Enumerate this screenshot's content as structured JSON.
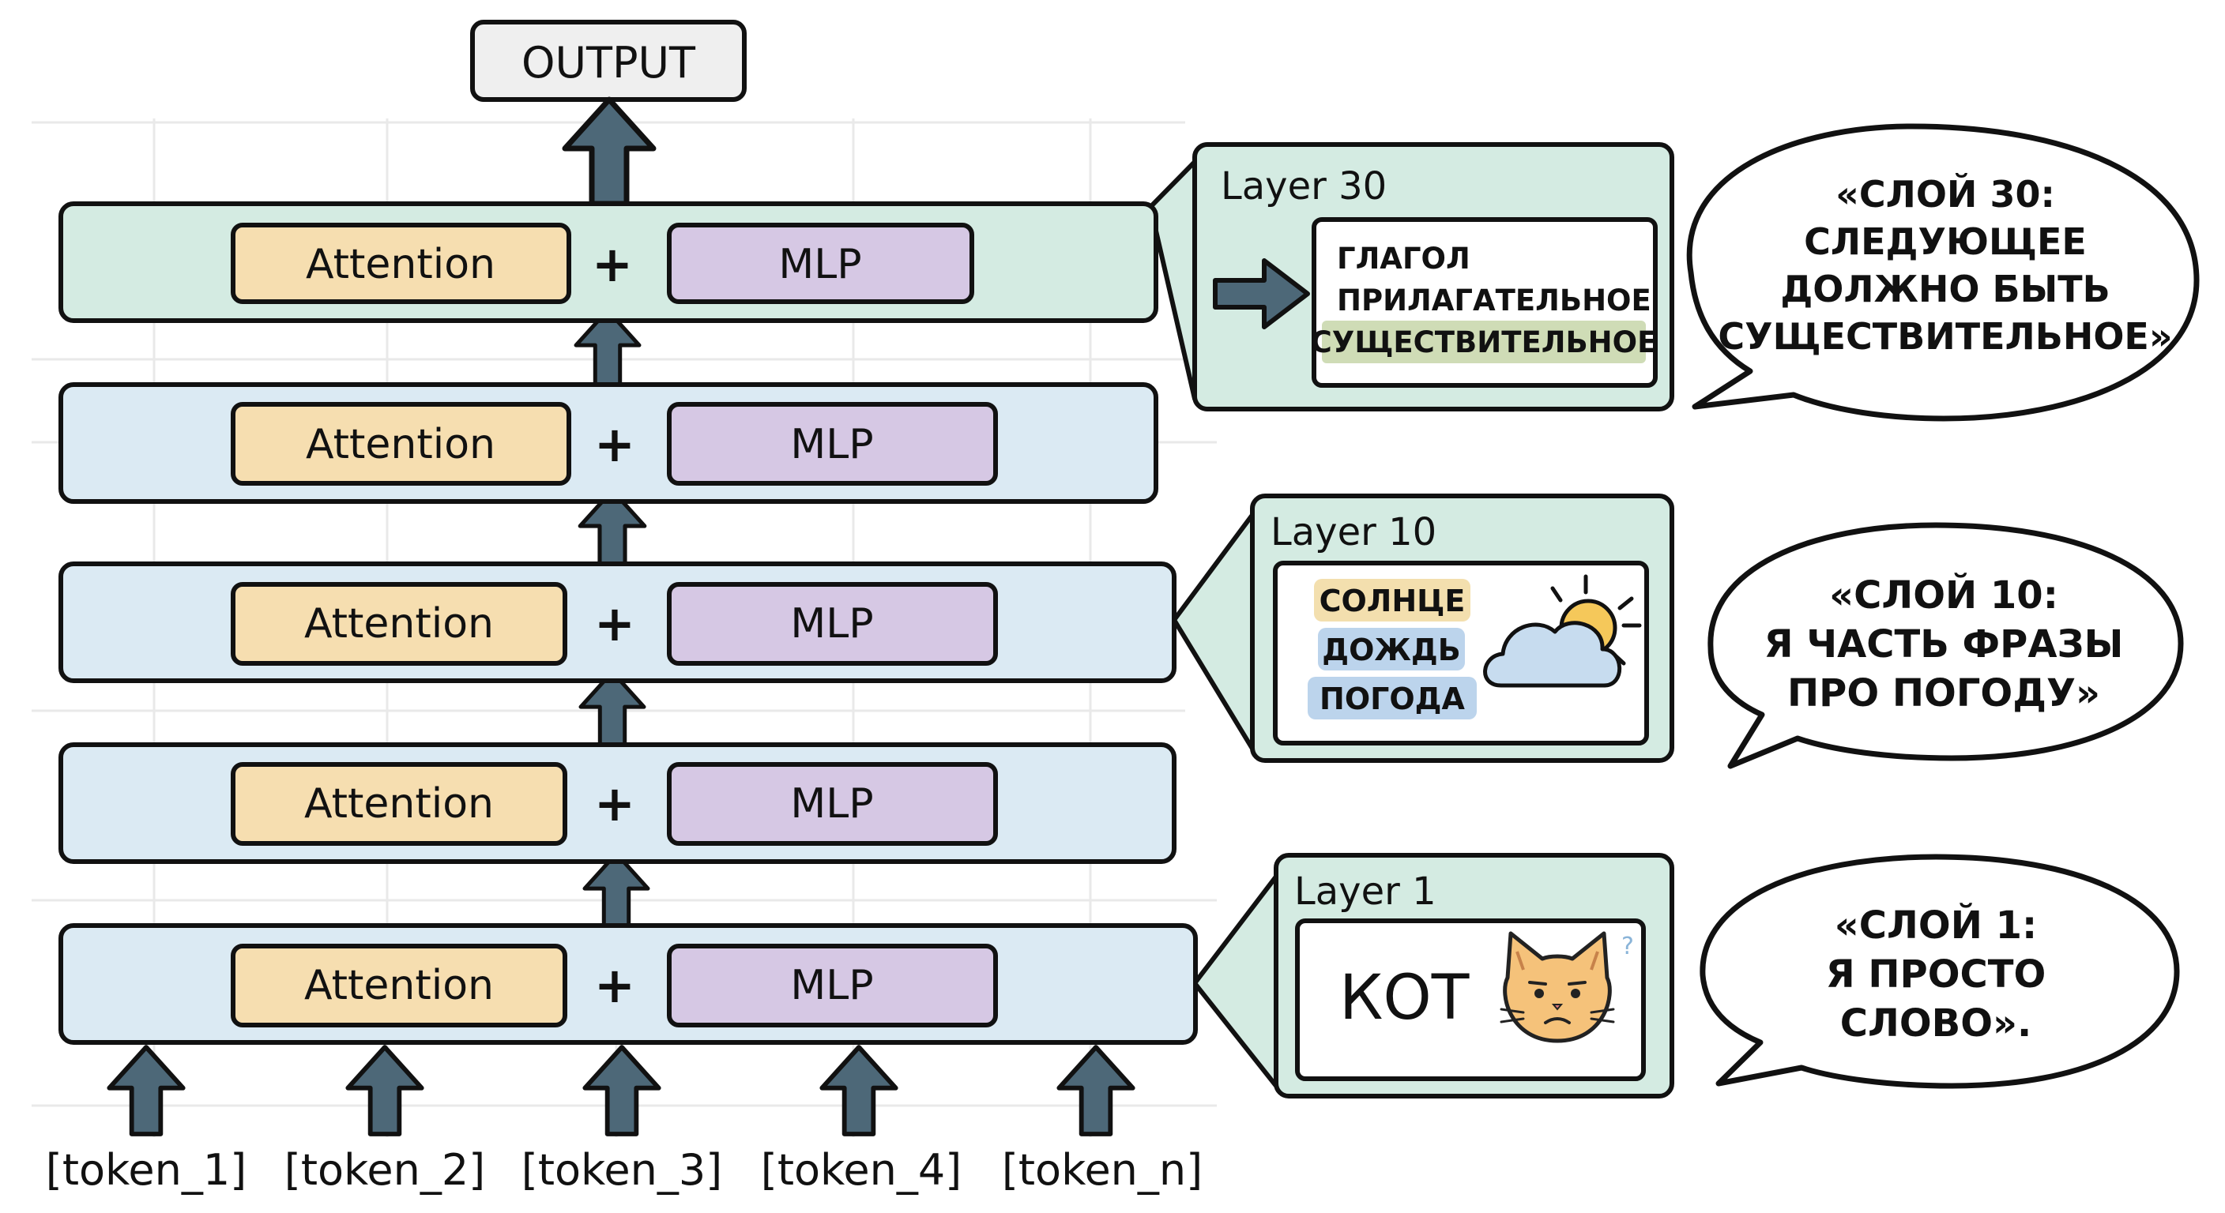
{
  "output_label": "OUTPUT",
  "layers": [
    {
      "attention": "Attention",
      "plus": "+",
      "mlp": "MLP"
    },
    {
      "attention": "Attention",
      "plus": "+",
      "mlp": "MLP"
    },
    {
      "attention": "Attention",
      "plus": "+",
      "mlp": "MLP"
    },
    {
      "attention": "Attention",
      "plus": "+",
      "mlp": "MLP"
    },
    {
      "attention": "Attention",
      "plus": "+",
      "mlp": "MLP"
    }
  ],
  "tokens": [
    "[token_1]",
    "[token_2]",
    "[token_3]",
    "[token_4]",
    "[token_n]"
  ],
  "panels": {
    "layer30": {
      "title": "Layer 30",
      "words": [
        "ГЛАГОЛ",
        "ПРИЛАГАТЕЛЬНОЕ",
        "СУЩЕСТВИТЕЛЬНОЕ"
      ],
      "highlight_color": "#cfdcb6"
    },
    "layer10": {
      "title": "Layer 10",
      "words": [
        "СОЛНЦЕ",
        "ДОЖДЬ",
        "ПОГОДА"
      ],
      "word_colors": [
        "#f3dfae",
        "#bcd4ec",
        "#bcd4ec"
      ]
    },
    "layer1": {
      "title": "Layer 1",
      "word": "КОТ",
      "question": "?"
    }
  },
  "bubbles": {
    "layer30": [
      "«СЛОЙ 30:",
      "СЛЕДУЮЩЕЕ",
      "ДОЛЖНО БЫТЬ",
      "СУЩЕСТВИТЕЛЬНОЕ»"
    ],
    "layer10": [
      "«СЛОЙ 10:",
      "Я ЧАСТЬ ФРАЗЫ",
      "ПРО ПОГОДУ»"
    ],
    "layer1": [
      "«СЛОЙ 1:",
      "Я ПРОСТО",
      "СЛОВО»."
    ]
  },
  "colors": {
    "attention_fill": "#f6deb0",
    "mlp_fill": "#d6c8e4",
    "layer_top_fill": "#d4ebe2",
    "layer_fill": "#dbeaf3",
    "panel_fill": "#d4ebe2",
    "arrow_fill": "#4d6878",
    "output_fill": "#efefef"
  }
}
